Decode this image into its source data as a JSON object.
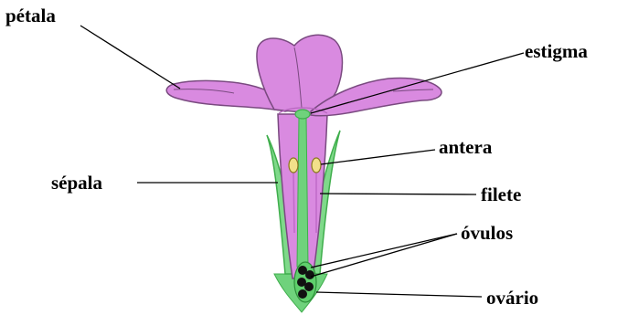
{
  "colors": {
    "petal": "#d98ae0",
    "petal_stroke": "#7a4a80",
    "sepal": "#7fd98a",
    "sepal_dark": "#3fae4c",
    "anther": "#f2e08a",
    "ovule": "#111111",
    "leader": "#000000"
  },
  "labels": {
    "petala": "pétala",
    "estigma": "estigma",
    "antera": "antera",
    "sepala": "sépala",
    "filete": "filete",
    "ovulos": "óvulos",
    "ovario": "ovário"
  }
}
